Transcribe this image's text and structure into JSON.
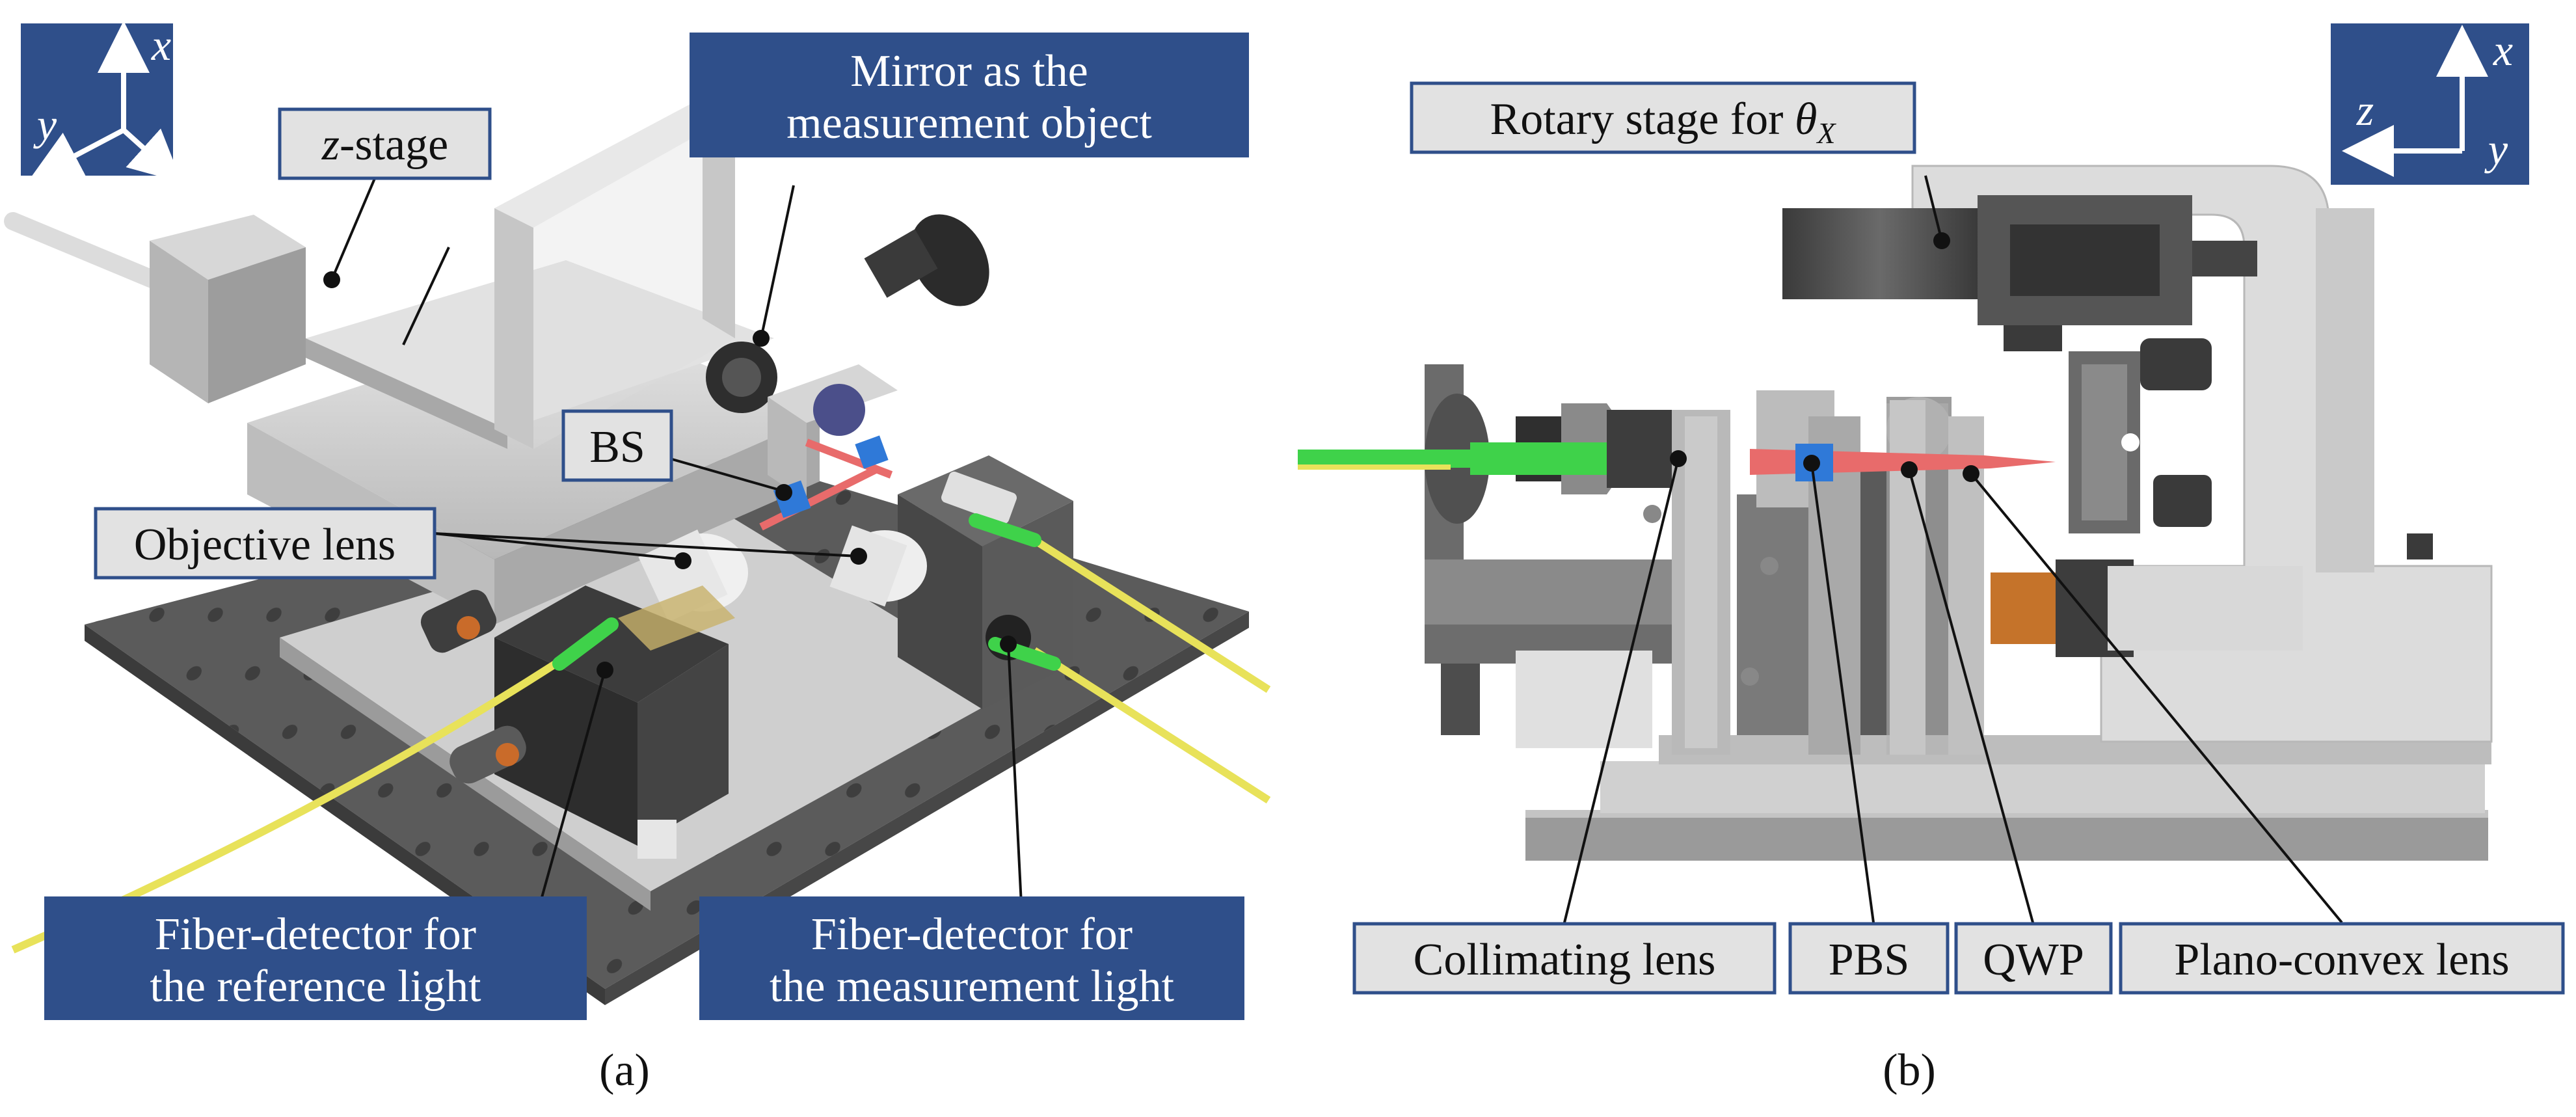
{
  "panel_a": {
    "caption": "(a)",
    "axes": {
      "x": "x",
      "y": "y",
      "z": "z"
    },
    "labels": {
      "z_stage_italic": "z",
      "z_stage_rest": "-stage",
      "mirror_line1": "Mirror as the",
      "mirror_line2": "measurement object",
      "bs": "BS",
      "objective_lens": "Objective lens",
      "ref_line1": "Fiber-detector for",
      "ref_line2": "the reference light",
      "meas_line1": "Fiber-detector for",
      "meas_line2": "the measurement light"
    }
  },
  "panel_b": {
    "caption": "(b)",
    "axes": {
      "x": "x",
      "z": "z",
      "y": "y"
    },
    "labels": {
      "rotary_text": "Rotary stage for ",
      "rotary_theta": "θ",
      "rotary_sub": "X",
      "collimating_lens": "Collimating lens",
      "pbs": "PBS",
      "qwp": "QWP",
      "plano_convex_lens": "Plano-convex lens"
    }
  },
  "colors": {
    "dark_label_bg": "#2f4f8a",
    "light_label_bg": "#e2e2e2",
    "label_border": "#2f4f8a",
    "fiber_green": "#3fd24a",
    "fiber_yellow": "#e8e25a",
    "beam_red": "#e86b6b",
    "bs_blue": "#2f79d8",
    "optical_table": "#5b5b5b"
  }
}
